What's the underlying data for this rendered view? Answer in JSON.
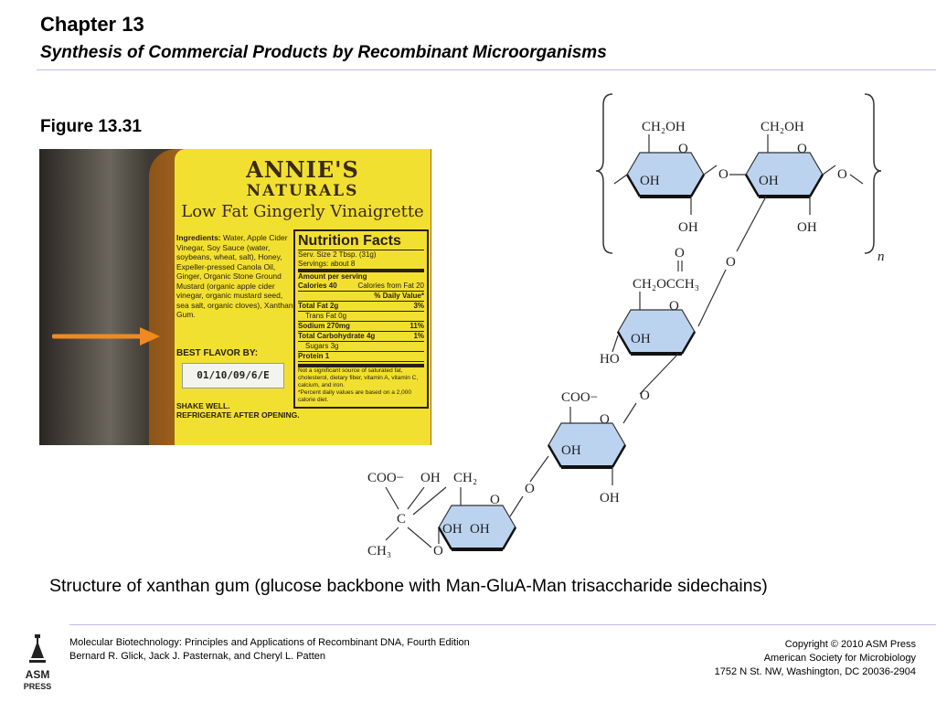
{
  "header": {
    "chapter": "Chapter 13",
    "subtitle": "Synthesis of Commercial Products by Recombinant Microorganisms"
  },
  "figure": {
    "label": "Figure 13.31",
    "caption": "Structure of xanthan gum (glucose backbone with Man-GluA-Man trisaccharide sidechains)"
  },
  "photo": {
    "brand_line1": "ANNIE'S",
    "brand_line2": "NATURALS",
    "product": "Low Fat Gingerly Vinaigrette",
    "ingredients_label": "Ingredients:",
    "ingredients_text": "Water, Apple Cider Vinegar, Soy Sauce (water, soybeans, wheat, salt), Honey, Expeller-pressed Canola Oil, Ginger, Organic Stone Ground Mustard (organic apple cider vinegar, organic mustard seed, sea salt, organic cloves), Xanthan Gum.",
    "best_by_label": "BEST FLAVOR BY:",
    "best_by_value": "01/10/09/6/E",
    "shake_line1": "SHAKE WELL.",
    "shake_line2": "REFRIGERATE AFTER OPENING.",
    "nutrition": {
      "title": "Nutrition Facts",
      "serving_size": "Serv. Size 2 Tbsp. (31g)",
      "servings": "Servings: about 8",
      "amount_per_serving": "Amount per serving",
      "calories": "Calories 40",
      "calories_fat": "Calories from Fat 20",
      "daily_value": "% Daily Value*",
      "total_fat": "Total Fat 2g",
      "total_fat_dv": "3%",
      "trans_fat": "Trans Fat 0g",
      "sodium": "Sodium 270mg",
      "sodium_dv": "11%",
      "total_carb": "Total Carbohydrate 4g",
      "total_carb_dv": "1%",
      "sugars": "Sugars 3g",
      "protein": "Protein 1",
      "footnote1": "Not a significant source of saturated fat, cholesterol, dietary fiber, vitamin A, vitamin C, calcium, and iron.",
      "footnote2": "*Percent daily values are based on a 2,000 calorie diet."
    }
  },
  "structure": {
    "ch2oh": "CH₂OH",
    "o": "O",
    "oh": "OH",
    "n": "n",
    "acetyl": "CH₂OCCH₃",
    "ho": "HO",
    "coo": "COO−",
    "ch2": "CH₂",
    "c": "C",
    "ch3": "CH₃"
  },
  "footer": {
    "book_title": "Molecular Biotechnology: Principles and Applications of Recombinant DNA, Fourth Edition",
    "authors": "Bernard R. Glick, Jack J. Pasternak, and Cheryl L. Patten",
    "copyright": "Copyright © 2010 ASM Press",
    "society": "American Society for Microbiology",
    "address": "1752 N St. NW, Washington, DC 20036-2904",
    "logo_line1": "ASM",
    "logo_line2": "PRESS"
  },
  "colors": {
    "ring_fill": "#bcd3f0",
    "rule": "#c8b8e8",
    "label_yellow": "#f2e030",
    "arrow": "#f08a20"
  }
}
